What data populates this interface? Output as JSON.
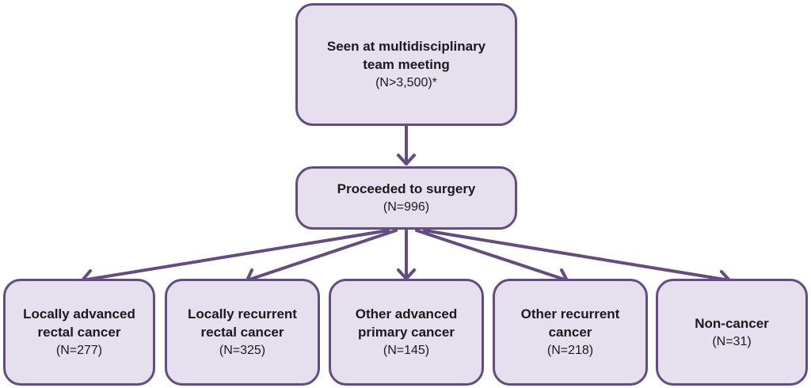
{
  "colors": {
    "fill": "#e5dfee",
    "stroke": "#634d80",
    "arrow": "#634d80"
  },
  "top": {
    "lines": [
      "Seen at multidisciplinary",
      "team meeting"
    ],
    "count": "(N>3,500)*"
  },
  "middle": {
    "lines": [
      "Proceeded to surgery"
    ],
    "count": "(N=996)"
  },
  "outcomes": [
    {
      "lines": [
        "Locally advanced",
        "rectal cancer"
      ],
      "count": "(N=277)"
    },
    {
      "lines": [
        "Locally recurrent",
        "rectal cancer"
      ],
      "count": "(N=325)"
    },
    {
      "lines": [
        "Other advanced",
        "primary cancer"
      ],
      "count": "(N=145)"
    },
    {
      "lines": [
        "Other recurrent",
        "cancer"
      ],
      "count": "(N=218)"
    },
    {
      "lines": [
        "Non-cancer"
      ],
      "count": "(N=31)"
    }
  ]
}
